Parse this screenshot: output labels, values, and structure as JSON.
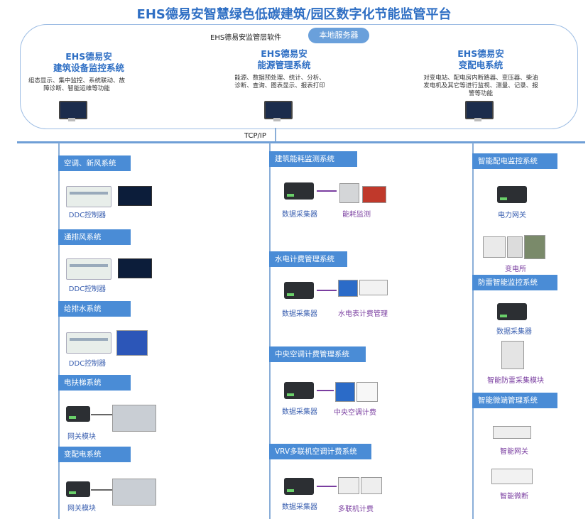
{
  "title": "EHS德易安智慧绿色低碳建筑/园区数字化节能监管平台",
  "top": {
    "software_label": "EHS德易安监管层软件",
    "server_label": "本地服务器",
    "systems": [
      {
        "brand": "EHS德易安",
        "name": "建筑设备监控系统",
        "desc": "组态显示、集中监控、系统联动、故障诊断、智能运维等功能"
      },
      {
        "brand": "EHS德易安",
        "name": "能源管理系统",
        "desc": "能源、数据预处理、统计、分析、诊断、查询、图表显示、报表打印"
      },
      {
        "brand": "EHS德易安",
        "name": "变配电系统",
        "desc": "对变电站、配电房内断路器、变压器、柴油发电机及其它等进行监视、测量、记录、报警等功能"
      }
    ]
  },
  "bus_label": "TCP/IP",
  "left_col": [
    {
      "header": "空调、新风系统",
      "caption": "DDC控制器"
    },
    {
      "header": "通排风系统",
      "caption": "DDC控制器"
    },
    {
      "header": "给排水系统",
      "caption": "DDC控制器"
    },
    {
      "header": "电扶梯系统",
      "caption": "网关模块"
    },
    {
      "header": "变配电系统",
      "caption": "网关模块"
    }
  ],
  "mid_col": [
    {
      "header": "建筑能耗监测系统",
      "caption": "数据采集器",
      "caption2": "能耗监测"
    },
    {
      "header": "水电计费管理系统",
      "caption": "数据采集器",
      "caption2": "水电表计费管理"
    },
    {
      "header": "中央空调计费管理系统",
      "caption": "数据采集器",
      "caption2": "中央空调计费"
    },
    {
      "header": "VRV多联机空调计费系统",
      "caption": "数据采集器",
      "caption2": "多联机计费"
    }
  ],
  "right_col": [
    {
      "header": "智能配电监控系统",
      "caption": "电力网关",
      "caption2": "变电所"
    },
    {
      "header": "防雷智能监控系统",
      "caption": "数据采集器",
      "caption2": "智能防雷采集模块"
    },
    {
      "header": "智能微端管理系统",
      "caption": "智能网关",
      "caption2": "智能微断"
    }
  ],
  "colors": {
    "accent": "#4a8cd6",
    "title": "#2f6fc4",
    "secondary": "#7a3ea0"
  }
}
